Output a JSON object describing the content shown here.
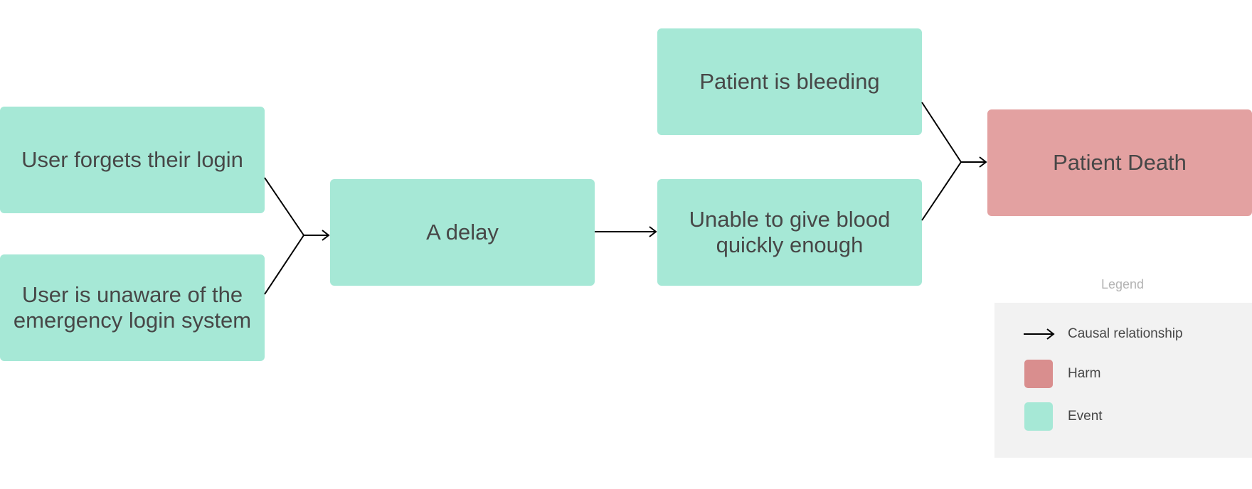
{
  "nodes": {
    "forgets_login": "User forgets their login",
    "unaware_emergency": "User is unaware of the\nemergency login system",
    "delay": "A delay",
    "bleeding": "Patient is bleeding",
    "unable_blood": "Unable to give blood\nquickly enough",
    "death": "Patient Death"
  },
  "legend": {
    "title": "Legend",
    "causal": "Causal relationship",
    "harm": "Harm",
    "event": "Event"
  },
  "colors": {
    "event": "#a6e8d6",
    "harm": "#e3a1a1",
    "edge": "#000000"
  }
}
